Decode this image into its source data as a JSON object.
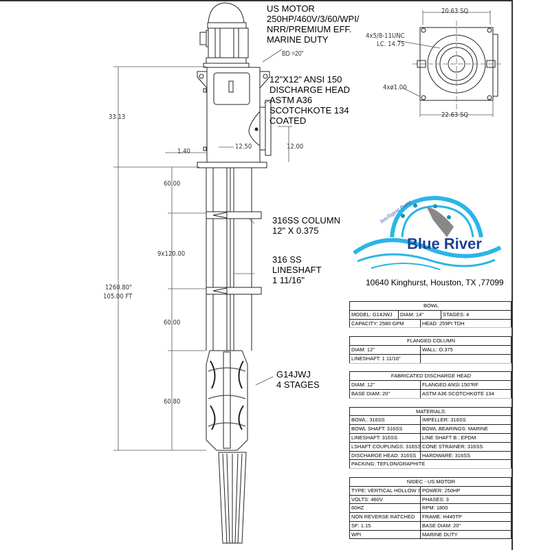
{
  "motor_label": [
    "US MOTOR",
    "250HP/460V/3/60/WPI/",
    "NRR/PREMIUM EFF.",
    "MARINE DUTY"
  ],
  "bd_label": "BD =20\"",
  "discharge_label": [
    "12\"X12\" ANSI 150",
    "DISCHARGE HEAD",
    "ASTM A36",
    "SCOTCHKOTE 134",
    "COATED"
  ],
  "column_label": [
    "316SS COLUMN",
    "12\" X 0.375"
  ],
  "lineshaft_label": [
    "316 SS",
    "LINESHAFT",
    "1 11/16\""
  ],
  "bowl_label": [
    "G14JWJ",
    "4 STAGES"
  ],
  "dimensions": {
    "head_height": "33.13",
    "offset": "1.40",
    "head_width": "12.50",
    "discharge_height": "12.00",
    "top_col": "60.00",
    "mid_col": "9x120.00",
    "low_col": "60.00",
    "bowl_len": "60.80",
    "total": "1260.80\"",
    "total_ft": "105.00  FT",
    "top_sq": "20.63  SQ",
    "bottom_sq": "22.63  SQ",
    "bolt_spec": "4x5/8-11UNC",
    "bolt_lc": "LC. 14.75",
    "holes": "4xø1.00"
  },
  "logo": {
    "brand": "Blue River",
    "tagline": "Intelligent Pump",
    "colors": {
      "blue": "#1e3f94",
      "cyan": "#29b6e6",
      "teal": "#1a8fa8"
    }
  },
  "address": "10640 Kinghurst, Houston, TX ,77099",
  "tables": {
    "bowl": {
      "title": "BOWL",
      "rows": [
        [
          "MODEL: G14JWJ",
          "DIAM: 14\"",
          "STAGES: 4"
        ],
        [
          "CAPACITY: 2580 GPM",
          "HEAD: 259Ft  TDH"
        ]
      ]
    },
    "column": {
      "title": "FLANGED COLUMN",
      "rows": [
        [
          "DIAM: 12\"",
          "WALL: O.375"
        ],
        [
          "LINESHAFT: 1 11/16\"",
          ""
        ]
      ]
    },
    "head": {
      "title": "FABRICATED DISCHARGE HEAD",
      "rows": [
        [
          "DIAM: 12\"",
          "FLANGED ANSI 150\"RF"
        ],
        [
          "BASE DIAM: 20\"",
          "ASTM A36 SCOTCHKOTE 134"
        ]
      ]
    },
    "materials": {
      "title": "MATERIALS:",
      "rows": [
        [
          "BOWL: 316SS",
          "IMPELLER: 316SS"
        ],
        [
          "BOWL SHAFT: 316SS",
          "BOWL BEARINGS: MARINE"
        ],
        [
          "LINESHAFT: 316SS",
          "LINE SHAFT B.: EPDM"
        ],
        [
          "LSHAFT COUPLINGS: 316SS",
          "CONE STRAINER: 316SS"
        ],
        [
          "DISCHARGE HEAD: 316SS",
          "HARDWARE: 316SS"
        ],
        [
          "PACKING: TEFLON/GRAPHITE"
        ]
      ]
    },
    "motor": {
      "title": "NIDEC - US MOTOR",
      "rows": [
        [
          "TYPE: VERTICAL HOLLOW S",
          "POWER: 250HP"
        ],
        [
          "VOLTS: 460V",
          "PHASES: 3"
        ],
        [
          "60HZ",
          "RPM: 1800"
        ],
        [
          "NON REVERSE RATCHED",
          "FRAME: H445TP"
        ],
        [
          "SF: 1.15",
          "BASE DIAM: 20\""
        ],
        [
          "WPI",
          "MARINE DUTY"
        ]
      ]
    }
  }
}
